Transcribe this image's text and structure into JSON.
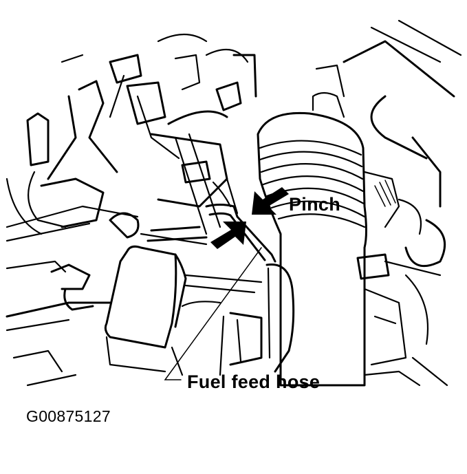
{
  "diagram": {
    "labels": {
      "pinch": "Pinch",
      "fuel_feed_hose": "Fuel feed hose"
    },
    "figure_id": "G00875127",
    "callouts": [
      {
        "name": "pinch-arrow-upper",
        "direction": "down-left",
        "target": "fuel feed hose pinch point"
      },
      {
        "name": "pinch-arrow-lower",
        "direction": "up-right",
        "target": "fuel feed hose pinch point"
      }
    ],
    "colors": {
      "line": "#000000",
      "background": "#ffffff"
    }
  }
}
